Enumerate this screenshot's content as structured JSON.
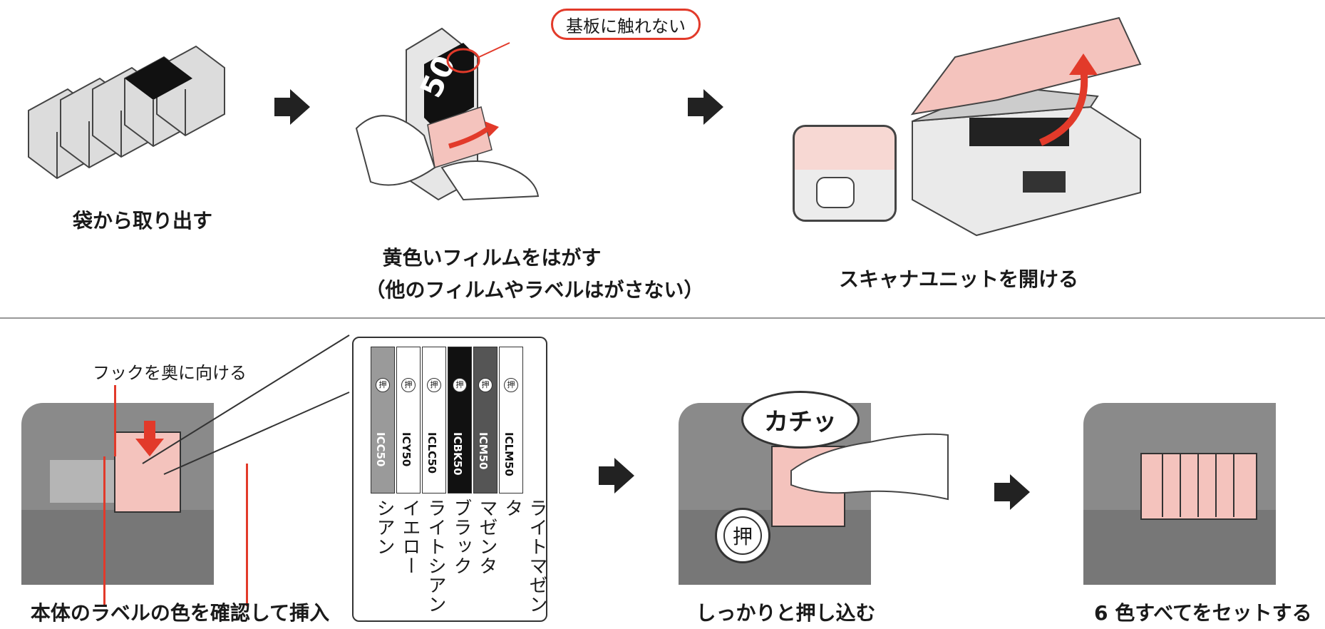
{
  "step1": {
    "caption": "袋から取り出す"
  },
  "step2": {
    "callout": "基板に触れない",
    "caption_line1": "黄色いフィルムをはがす",
    "caption_line2": "（他のフィルムやラベルはがさない）"
  },
  "step3": {
    "caption": "スキャナユニットを開ける"
  },
  "step4": {
    "hook_note": "フックを奥に向ける",
    "caption": "本体のラベルの色を確認して挿入"
  },
  "label_chart": {
    "slots": [
      {
        "code": "ICC50",
        "name": "シアン",
        "small": "シアン",
        "color": "#9a9a9a"
      },
      {
        "code": "ICY50",
        "name": "イエロー",
        "small": "イエロー",
        "color": "#ffffff"
      },
      {
        "code": "ICLC50",
        "name": "ライトシアン",
        "small": "ライト シアン",
        "color": "#ffffff"
      },
      {
        "code": "ICBK50",
        "name": "ブラック",
        "small": "ブラック",
        "color": "#111111"
      },
      {
        "code": "ICM50",
        "name": "マゼンタ",
        "small": "マゼンタ",
        "color": "#555555"
      },
      {
        "code": "ICLM50",
        "name": "ライトマゼンタ",
        "small": "ライト マゼンタ",
        "color": "#ffffff"
      }
    ],
    "push_glyph": "押"
  },
  "step5": {
    "sound": "カチッ",
    "push_glyph": "押",
    "caption": "しっかりと押し込む"
  },
  "step6": {
    "caption": "6 色すべてをセットする"
  },
  "colors": {
    "accent_red": "#e23a2a",
    "pink": "#f4c3bd",
    "gray": "#8a8a8a"
  }
}
